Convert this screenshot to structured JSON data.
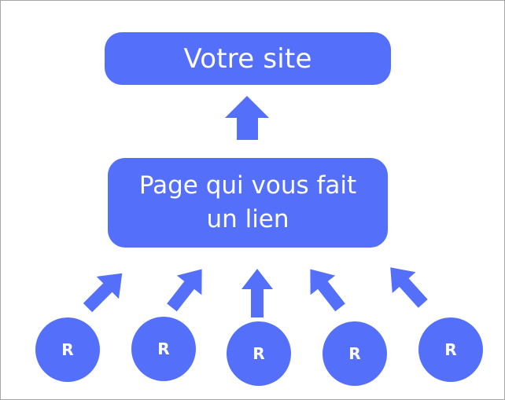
{
  "diagram": {
    "top_box": {
      "label": "Votre site"
    },
    "middle_box": {
      "line1": "Page qui vous fait",
      "line2": "un lien"
    },
    "referrers": [
      {
        "label": "R"
      },
      {
        "label": "R"
      },
      {
        "label": "R"
      },
      {
        "label": "R"
      },
      {
        "label": "R"
      }
    ]
  },
  "colors": {
    "accent": "#5470fb",
    "text_on_accent": "#ffffff",
    "border": "#a6a6a6"
  }
}
